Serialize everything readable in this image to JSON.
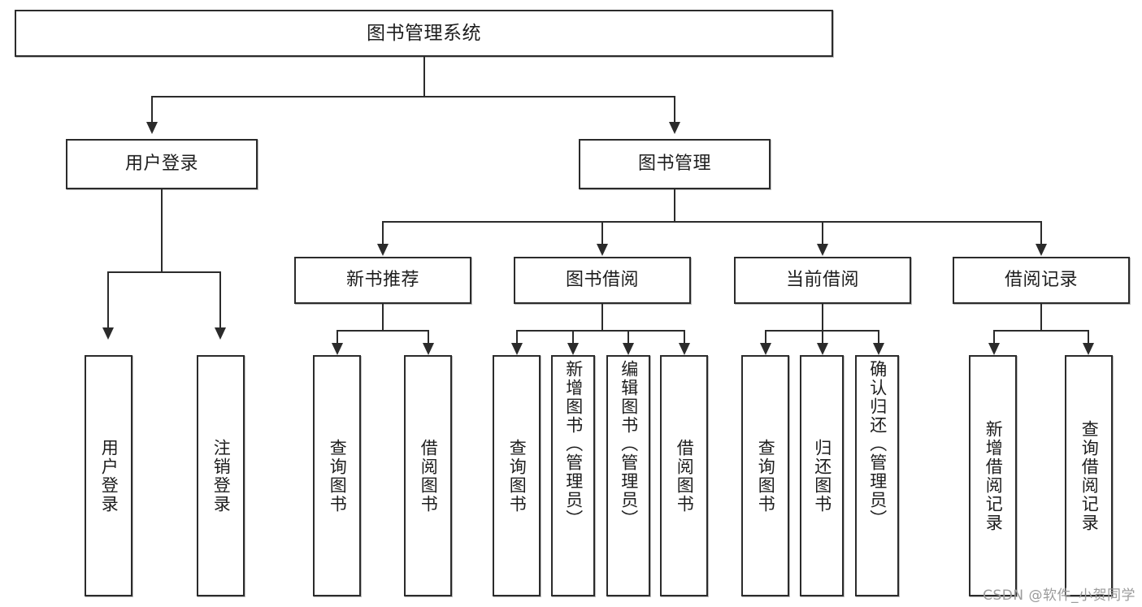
{
  "diagram": {
    "kind": "functional-structure-tree",
    "root": {
      "id": "root",
      "label": "图书管理系统"
    },
    "level2": [
      {
        "id": "user-login",
        "label": "用户登录"
      },
      {
        "id": "book-manage",
        "label": "图书管理"
      }
    ],
    "level3": [
      {
        "id": "new-book-rec",
        "label": "新书推荐"
      },
      {
        "id": "book-borrow",
        "label": "图书借阅"
      },
      {
        "id": "current-borrow",
        "label": "当前借阅"
      },
      {
        "id": "borrow-record",
        "label": "借阅记录"
      }
    ],
    "leaves": {
      "user_login": [
        {
          "id": "leaf-user-login",
          "label": "用户登录"
        },
        {
          "id": "leaf-logout-login",
          "label": "注销登录"
        }
      ],
      "new_book_rec": [
        {
          "id": "leaf-query-book-1",
          "label": "查询图书"
        },
        {
          "id": "leaf-borrow-book-1",
          "label": "借阅图书"
        }
      ],
      "book_borrow": [
        {
          "id": "leaf-query-book-2",
          "label": "查询图书"
        },
        {
          "id": "leaf-add-book",
          "label": "新增图书（管理员）"
        },
        {
          "id": "leaf-edit-book",
          "label": "编辑图书（管理员）"
        },
        {
          "id": "leaf-borrow-book-2",
          "label": "借阅图书"
        }
      ],
      "current_borrow": [
        {
          "id": "leaf-query-book-3",
          "label": "查询图书"
        },
        {
          "id": "leaf-return-book",
          "label": "归还图书"
        },
        {
          "id": "leaf-confirm-return",
          "label": "确认归还（管理员）"
        }
      ],
      "borrow_record": [
        {
          "id": "leaf-add-record",
          "label": "新增借阅记录"
        },
        {
          "id": "leaf-query-record",
          "label": "查询借阅记录"
        }
      ]
    }
  },
  "watermark": {
    "text": "CSDN @软件_小贺同学"
  },
  "colors": {
    "stroke": "#2b2b2b",
    "fill": "#ffffff",
    "text": "#1d1d1d",
    "watermark": "#9b9b9b"
  }
}
